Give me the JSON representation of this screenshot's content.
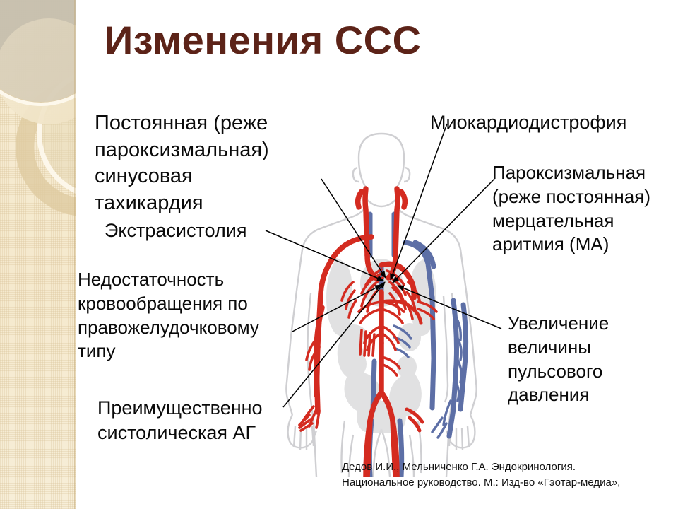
{
  "slide": {
    "title": "Изменения ССС",
    "title_color": "#5c2318",
    "background_color": "#ffffff"
  },
  "sidebar": {
    "base_color": "#f5e9cd",
    "corner_block_color": "#c9c3b2",
    "ring_color": "#decba0",
    "ring_highlight_color": "#fdf8ec"
  },
  "labels": {
    "tachycardia": "Постоянная (реже\nпароксизмальная)\nсинусовая\nтахикардия",
    "extrasystole": "Экстрасистолия",
    "circulatory_insufficiency": "Недостаточность\nкровообращения по\nправожелудочковому\nтипу",
    "systolic_hypertension": "Преимущественно\nсистолическая АГ",
    "myocardiodystrophy": "Миокардиодистрофия",
    "atrial_fibrillation": "Пароксизмальная\n(реже постоянная)\nмерцательная\nаритмия (МА)",
    "pulse_pressure": "Увеличение\nвеличины\nпульсового\nдавления"
  },
  "citation": {
    "text": "Дедов И.И., Мельниченко Г.А. Эндокринология.\nНациональное руководство. М.: Изд-во «Гэотар-медиа»,"
  },
  "figure": {
    "name": "human-circulatory-system-diagram",
    "artery_color": "#d42b20",
    "vein_color": "#5d6fa6",
    "body_outline_color": "#cfcfd2",
    "organ_fill_color": "#dcdcde",
    "leader_line_color": "#000000"
  }
}
